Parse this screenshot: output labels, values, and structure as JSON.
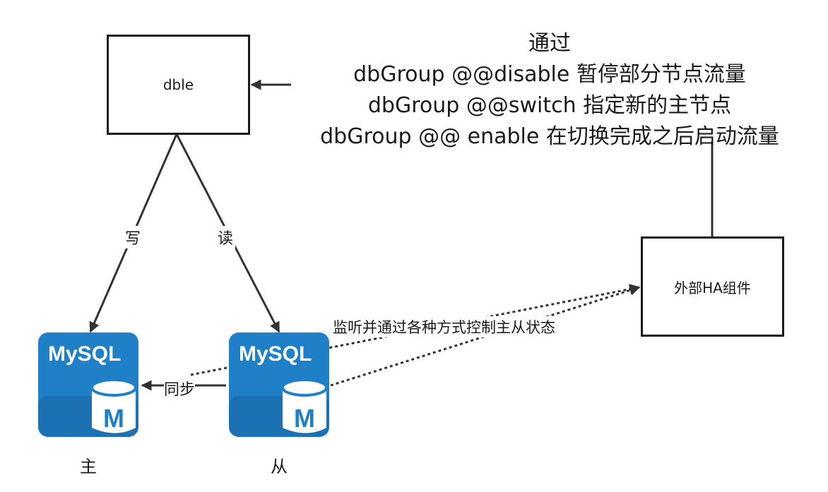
{
  "nodes": {
    "dble": {
      "label": "dble"
    },
    "ha": {
      "label": "外部HA组件"
    },
    "master": {
      "logo_text": "MySQL",
      "badge": "M",
      "caption": "主"
    },
    "slave": {
      "logo_text": "MySQL",
      "badge": "M",
      "caption": "从"
    }
  },
  "edges": {
    "write": {
      "label": "写"
    },
    "read": {
      "label": "读"
    },
    "sync": {
      "label": "同步"
    },
    "monitor": {
      "label": "监听并通过各种方式控制主从状态"
    }
  },
  "annotation": {
    "lines": [
      "通过",
      "dbGroup @@disable 暂停部分节点流量",
      "dbGroup @@switch 指定新的主节点",
      "dbGroup @@ enable 在切换完成之后启动流量"
    ]
  },
  "colors": {
    "line": "#333333",
    "mysql_blue": "#1f7fc7",
    "mysql_dark": "#15598e",
    "white": "#ffffff"
  },
  "icons": {
    "database": "mysql-database-icon"
  }
}
